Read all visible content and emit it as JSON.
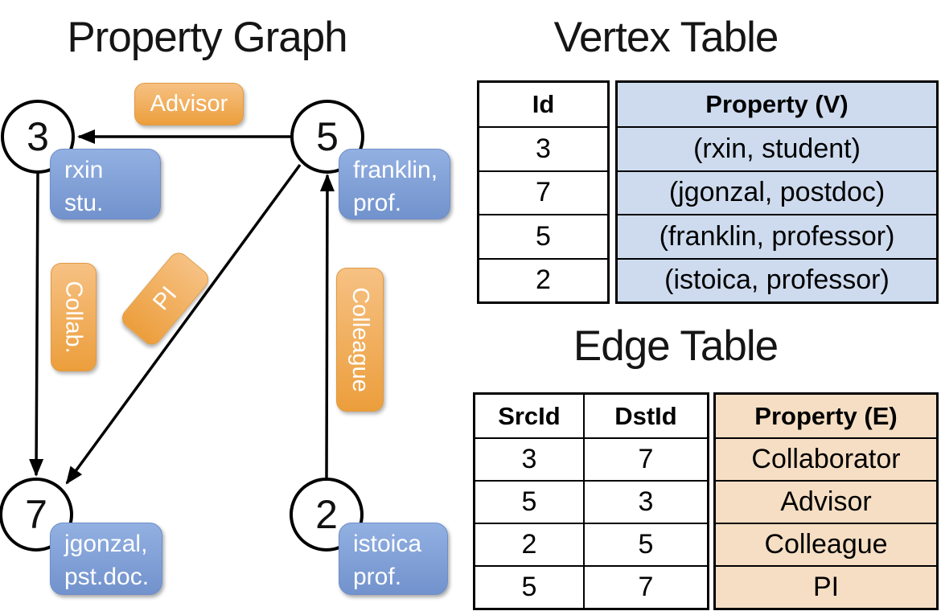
{
  "titles": {
    "graph": "Property Graph",
    "vertex_table": "Vertex Table",
    "edge_table": "Edge Table"
  },
  "colors": {
    "vertex_box_top": "#92b0e1",
    "vertex_box_bottom": "#7292cd",
    "edge_box_top": "#f6c183",
    "edge_box_bottom": "#ec9e3c",
    "vertex_property_column_bg": "#cedbee",
    "edge_property_column_bg": "#f5dec3"
  },
  "graph": {
    "vertices": [
      {
        "id": "3",
        "line1": "rxin",
        "line2": "stu."
      },
      {
        "id": "5",
        "line1": "franklin,",
        "line2": "prof."
      },
      {
        "id": "7",
        "line1": "jgonzal,",
        "line2": "pst.doc."
      },
      {
        "id": "2",
        "line1": "istoica",
        "line2": "prof."
      }
    ],
    "edge_labels": {
      "advisor": "Advisor",
      "collab": "Collab.",
      "pi": "PI",
      "colleague": "Colleague"
    }
  },
  "vertex_table": {
    "col_id": "Id",
    "col_property": "Property (V)",
    "rows": [
      {
        "id": "3",
        "property": "(rxin, student)"
      },
      {
        "id": "7",
        "property": "(jgonzal, postdoc)"
      },
      {
        "id": "5",
        "property": "(franklin, professor)"
      },
      {
        "id": "2",
        "property": "(istoica, professor)"
      }
    ]
  },
  "edge_table": {
    "col_src": "SrcId",
    "col_dst": "DstId",
    "col_property": "Property (E)",
    "rows": [
      {
        "src": "3",
        "dst": "7",
        "property": "Collaborator"
      },
      {
        "src": "5",
        "dst": "3",
        "property": "Advisor"
      },
      {
        "src": "2",
        "dst": "5",
        "property": "Colleague"
      },
      {
        "src": "5",
        "dst": "7",
        "property": "PI"
      }
    ]
  }
}
